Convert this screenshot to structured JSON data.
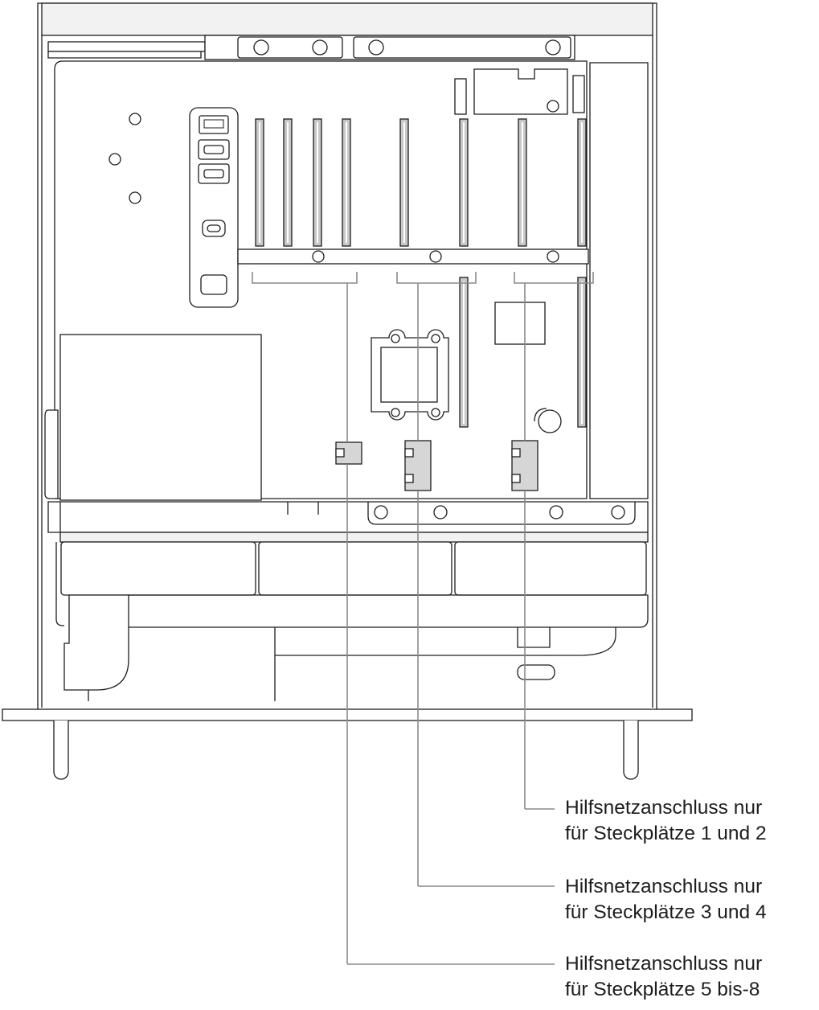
{
  "callouts": [
    {
      "line1": "Hilfsnetzanschluss nur",
      "line2": "für Steckplätze 1 und 2"
    },
    {
      "line1": "Hilfsnetzanschluss nur",
      "line2": "für Steckplätze 3 und 4"
    },
    {
      "line1": "Hilfsnetzanschluss nur",
      "line2": "für Steckplätze 5 bis-8"
    }
  ],
  "colors": {
    "stroke": "#1d1d1f",
    "leader": "#8a8a8a",
    "panel_fill": "#ffffff",
    "slot_fill": "#c8c8c8",
    "connector_fill": "#d6d6d6",
    "chassis_fill": "#f2f2f2",
    "text": "#1d1d1f"
  }
}
